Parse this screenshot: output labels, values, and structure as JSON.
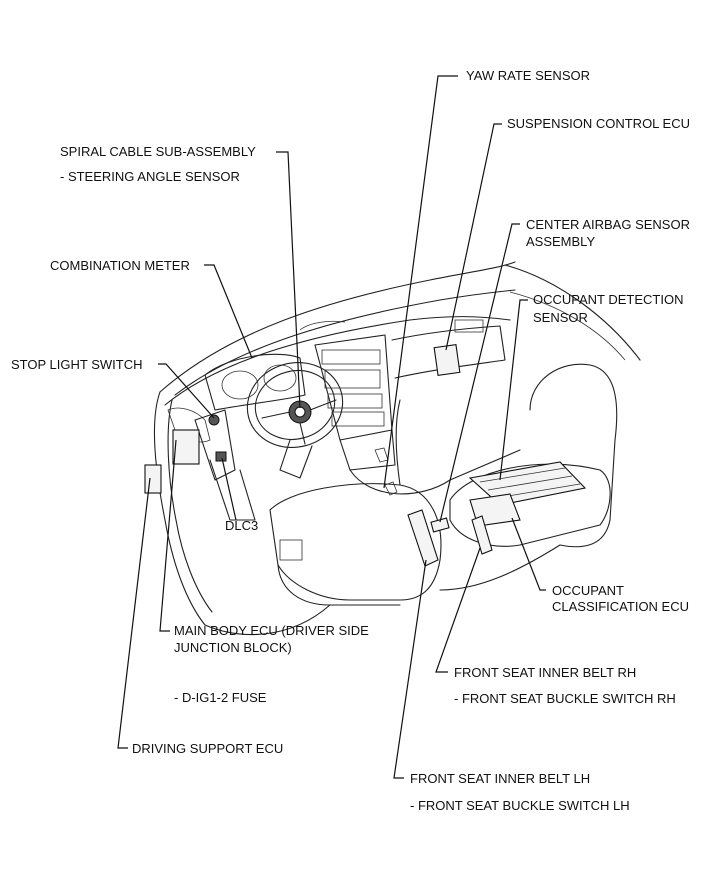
{
  "labels": {
    "yaw_rate_sensor": "YAW RATE SENSOR",
    "suspension_control_ecu": "SUSPENSION CONTROL ECU",
    "spiral_cable": "SPIRAL CABLE SUB-ASSEMBLY",
    "steering_angle_sensor": "- STEERING ANGLE SENSOR",
    "center_airbag_1": "CENTER AIRBAG SENSOR",
    "center_airbag_2": "ASSEMBLY",
    "combination_meter": "COMBINATION METER",
    "occupant_detection_1": "OCCUPANT DETECTION",
    "occupant_detection_2": "SENSOR",
    "stop_light_switch": "STOP LIGHT SWITCH",
    "dlc3": "DLC3",
    "occupant_classification_1": "OCCUPANT",
    "occupant_classification_2": "CLASSIFICATION ECU",
    "main_body_ecu_1": "MAIN BODY ECU (DRIVER SIDE",
    "main_body_ecu_2": "JUNCTION BLOCK)",
    "front_inner_belt_rh": "FRONT SEAT INNER BELT RH",
    "buckle_switch_rh": "- FRONT SEAT BUCKLE SWITCH RH",
    "d_ig1_2_fuse": "- D-IG1-2 FUSE",
    "driving_support_ecu": "DRIVING SUPPORT ECU",
    "front_inner_belt_lh": "FRONT SEAT INNER BELT LH",
    "buckle_switch_lh": "- FRONT SEAT BUCKLE SWITCH LH"
  }
}
